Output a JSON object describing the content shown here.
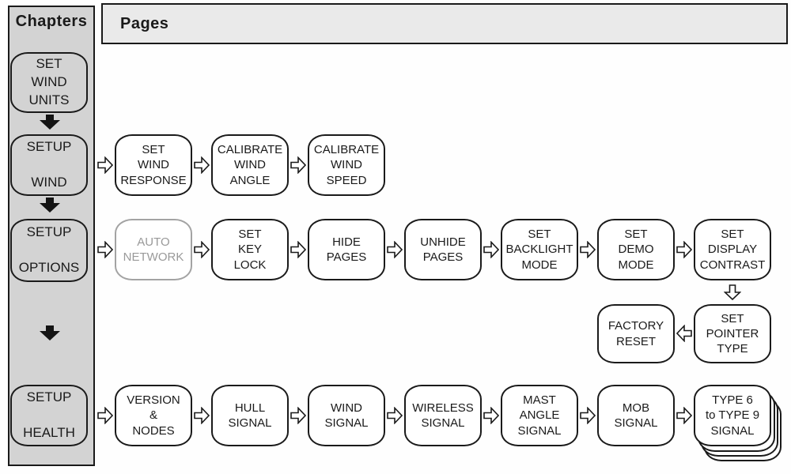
{
  "header": {
    "chapters_label": "Chapters",
    "pages_label": "Pages"
  },
  "colors": {
    "chapter_column_bg": "#d3d3d3",
    "pages_header_bg": "#eaeaea",
    "box_fill": "#ffffff",
    "line": "#1a1a1a",
    "disabled_line": "#a3a3a3",
    "disabled_text": "#999999"
  },
  "icons": {
    "chapter_step": "solid-down-arrow",
    "page_step": "hollow-right-arrow",
    "wrap_down": "hollow-down-arrow",
    "wrap_left": "hollow-left-arrow",
    "more_pages": "stacked-sheets"
  },
  "chapters": [
    {
      "id": "set-wind-units",
      "label": "SET\nWIND\nUNITS"
    },
    {
      "id": "setup-wind",
      "label": "SETUP\n\nWIND"
    },
    {
      "id": "setup-options",
      "label": "SETUP\n\nOPTIONS"
    },
    {
      "id": "setup-health",
      "label": "SETUP\n\nHEALTH"
    }
  ],
  "rows": [
    {
      "name": "setup-wind-pages",
      "boxes": [
        {
          "label": "SET\nWIND\nRESPONSE"
        },
        {
          "label": "CALIBRATE\nWIND\nANGLE"
        },
        {
          "label": "CALIBRATE\nWIND\nSPEED"
        }
      ]
    },
    {
      "name": "setup-options-pages",
      "boxes": [
        {
          "label": "AUTO\nNETWORK",
          "disabled": true
        },
        {
          "label": "SET\nKEY\nLOCK"
        },
        {
          "label": "HIDE\nPAGES"
        },
        {
          "label": "UNHIDE\nPAGES"
        },
        {
          "label": "SET\nBACKLIGHT\nMODE"
        },
        {
          "label": "SET\nDEMO\nMODE"
        },
        {
          "label": "SET\nDISPLAY\nCONTRAST"
        }
      ]
    },
    {
      "name": "setup-options-pages-wrapped",
      "boxes": [
        {
          "label": "FACTORY\nRESET"
        },
        {
          "label": "SET\nPOINTER\nTYPE"
        }
      ]
    },
    {
      "name": "setup-health-pages",
      "boxes": [
        {
          "label": "VERSION\n&\nNODES"
        },
        {
          "label": "HULL\nSIGNAL"
        },
        {
          "label": "WIND\nSIGNAL"
        },
        {
          "label": "WIRELESS\nSIGNAL"
        },
        {
          "label": "MAST\nANGLE\nSIGNAL"
        },
        {
          "label": "MOB\nSIGNAL"
        },
        {
          "label": "TYPE 6\nto TYPE 9\nSIGNAL",
          "stacked": true
        }
      ]
    }
  ]
}
